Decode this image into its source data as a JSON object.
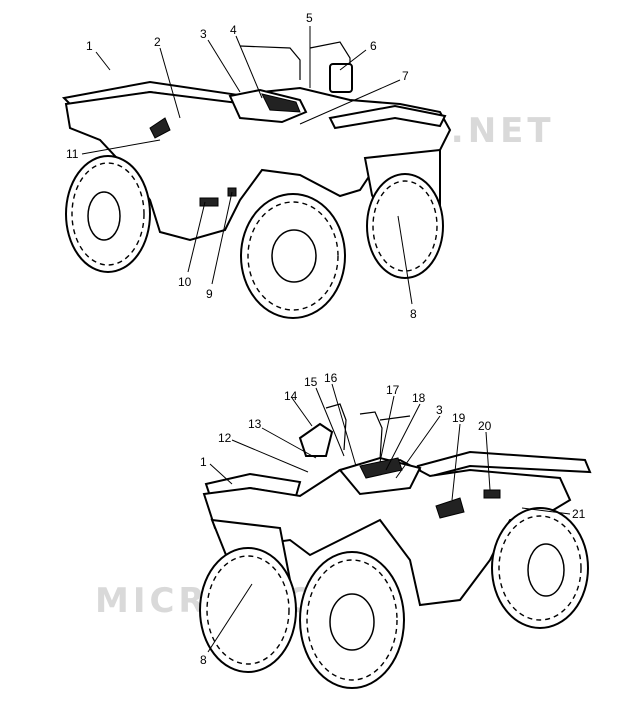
{
  "watermarks": {
    "top": "CROSSBOOKE.NET",
    "bottom": "MICROFICHE"
  },
  "callouts_top": [
    "1",
    "2",
    "3",
    "4",
    "5",
    "6",
    "7",
    "8",
    "9",
    "10",
    "11"
  ],
  "callouts_bottom": [
    "1",
    "3",
    "8",
    "12",
    "13",
    "14",
    "15",
    "16",
    "17",
    "18",
    "19",
    "20",
    "21"
  ]
}
